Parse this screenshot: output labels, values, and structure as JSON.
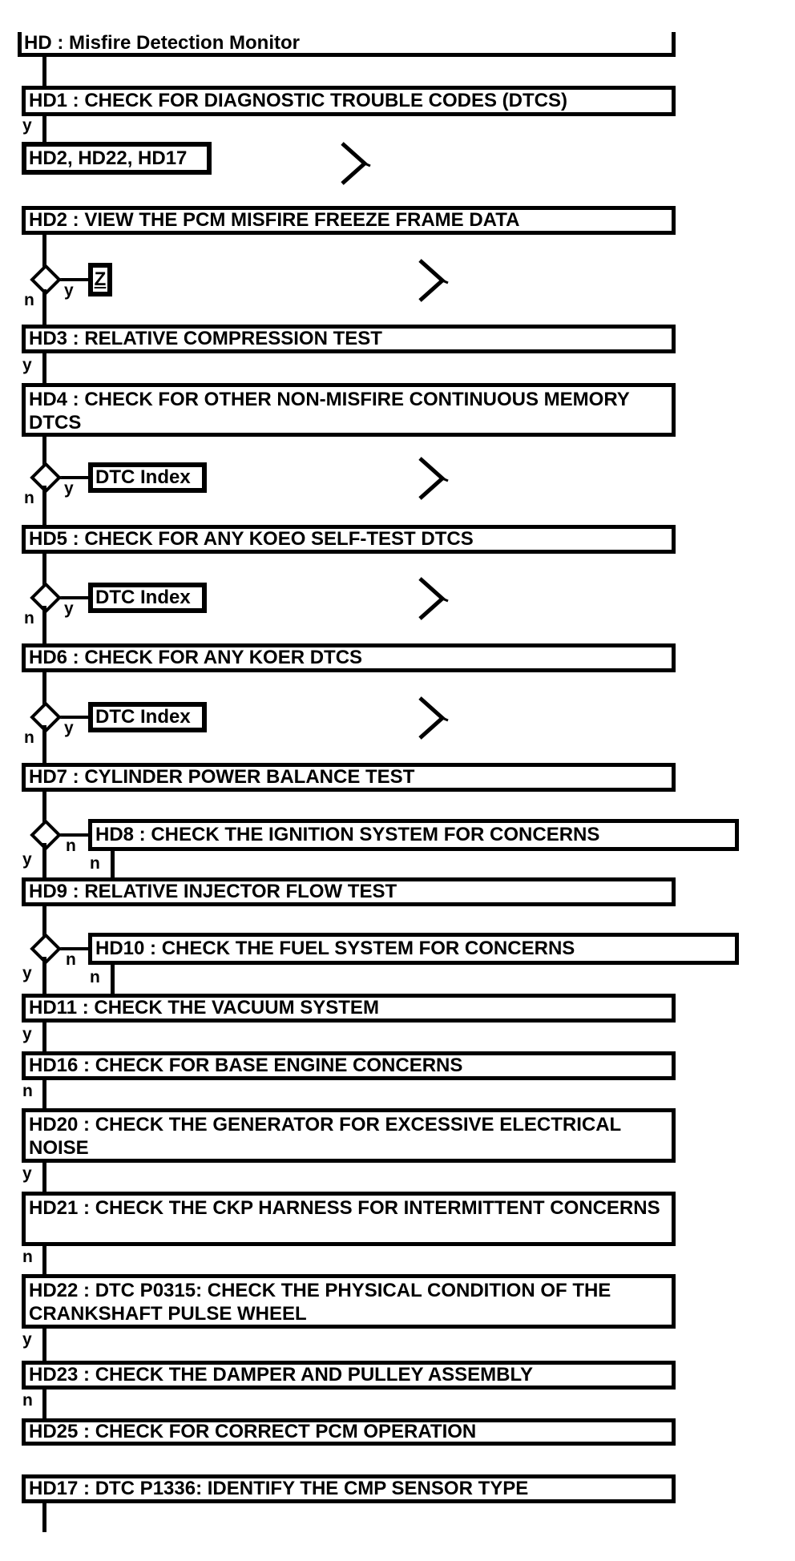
{
  "title": "HD : Misfire Detection Monitor",
  "labels": {
    "yes": "y",
    "no": "n"
  },
  "colors": {
    "line": "#000000",
    "background": "#ffffff"
  },
  "refs": {
    "goto_list": {
      "label": "HD2, HD22, HD17"
    },
    "z": {
      "label": "Z"
    },
    "dtc_index": {
      "label": "DTC Index"
    }
  },
  "nodes": {
    "hd1": {
      "label": "HD1 : CHECK FOR DIAGNOSTIC TROUBLE CODES (DTCS)"
    },
    "hd2": {
      "label": "HD2 : VIEW THE PCM MISFIRE FREEZE FRAME DATA"
    },
    "hd3": {
      "label": "HD3 : RELATIVE COMPRESSION TEST"
    },
    "hd4": {
      "label": "HD4 : CHECK FOR OTHER NON-MISFIRE CONTINUOUS MEMORY DTCS"
    },
    "hd5": {
      "label": "HD5 : CHECK FOR ANY KOEO SELF-TEST DTCS"
    },
    "hd6": {
      "label": "HD6 : CHECK FOR ANY KOER DTCS"
    },
    "hd7": {
      "label": "HD7 : CYLINDER POWER BALANCE TEST"
    },
    "hd8": {
      "label": "HD8 : CHECK THE IGNITION SYSTEM FOR CONCERNS"
    },
    "hd9": {
      "label": "HD9 : RELATIVE INJECTOR FLOW TEST"
    },
    "hd10": {
      "label": "HD10 : CHECK THE FUEL SYSTEM FOR CONCERNS"
    },
    "hd11": {
      "label": "HD11 : CHECK THE VACUUM SYSTEM"
    },
    "hd16": {
      "label": "HD16 : CHECK FOR BASE ENGINE CONCERNS"
    },
    "hd20": {
      "label": "HD20 : CHECK THE GENERATOR FOR EXCESSIVE ELECTRICAL NOISE"
    },
    "hd21": {
      "label": "HD21 : CHECK THE CKP HARNESS FOR INTERMITTENT CONCERNS"
    },
    "hd22": {
      "label": "HD22 : DTC P0315: CHECK THE PHYSICAL CONDITION OF THE CRANKSHAFT PULSE WHEEL"
    },
    "hd23": {
      "label": "HD23 : CHECK THE DAMPER AND PULLEY ASSEMBLY"
    },
    "hd25": {
      "label": "HD25 : CHECK FOR CORRECT PCM OPERATION"
    },
    "hd17": {
      "label": "HD17 : DTC P1336: IDENTIFY THE CMP SENSOR TYPE"
    }
  }
}
